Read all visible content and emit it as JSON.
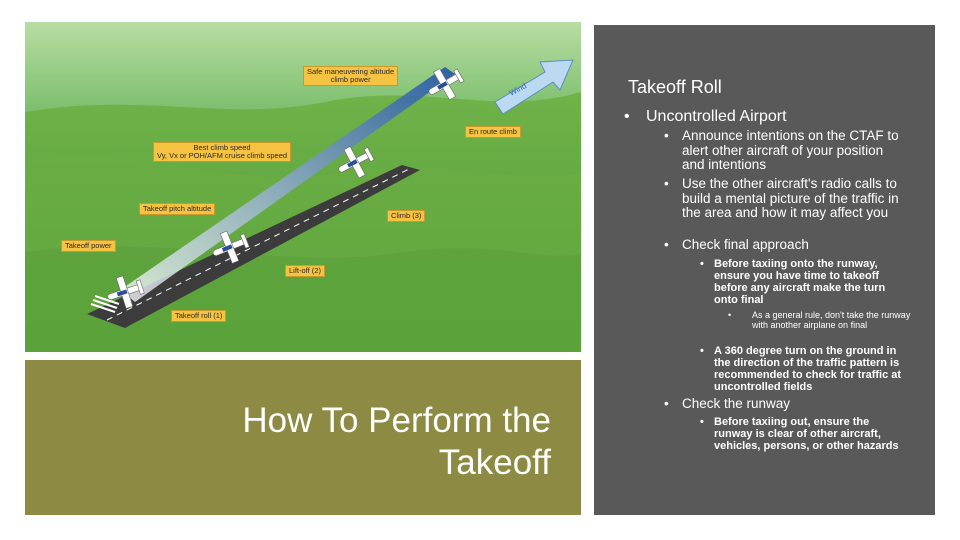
{
  "illustration": {
    "wind_label": "Wind",
    "callouts": {
      "safe_maneuvering": "Safe maneuvering altitude\nclimb power",
      "en_route_climb": "En route climb",
      "best_climb": "Best climb speed\nVy, Vx or POH/AFM cruise climb speed",
      "takeoff_pitch": "Takeoff pitch altitude",
      "climb": "Climb (3)",
      "takeoff_power": "Takeoff power",
      "lift_off": "Lift-off (2)",
      "takeoff_roll": "Takeoff roll (1)"
    }
  },
  "title_panel": {
    "title": "How To Perform the Takeoff",
    "color": "#8d8a44"
  },
  "content": {
    "heading": "Takeoff Roll",
    "bullet": "•",
    "uncontrolled": "Uncontrolled Airport",
    "announce": "Announce intentions on the CTAF to alert other aircraft of your position and intentions",
    "use_radio": "Use the other aircraft's radio calls to build a mental picture of the traffic in the area and how it may affect you",
    "check_final": "Check final approach",
    "before_taxiing": "Before taxiing onto the runway, ensure you have time to takeoff before any aircraft make the turn onto final",
    "general_rule": "As a general rule, don't take the runway with another airplane on final",
    "turn_360": "A 360 degree turn on the ground in the direction of the traffic pattern is recommended to check for traffic at uncontrolled fields",
    "check_runway": "Check the runway",
    "before_taxiing_out": "Before taxiing out, ensure the runway is clear of other aircraft, vehicles, persons, or other hazards",
    "panel_color": "#595959"
  }
}
